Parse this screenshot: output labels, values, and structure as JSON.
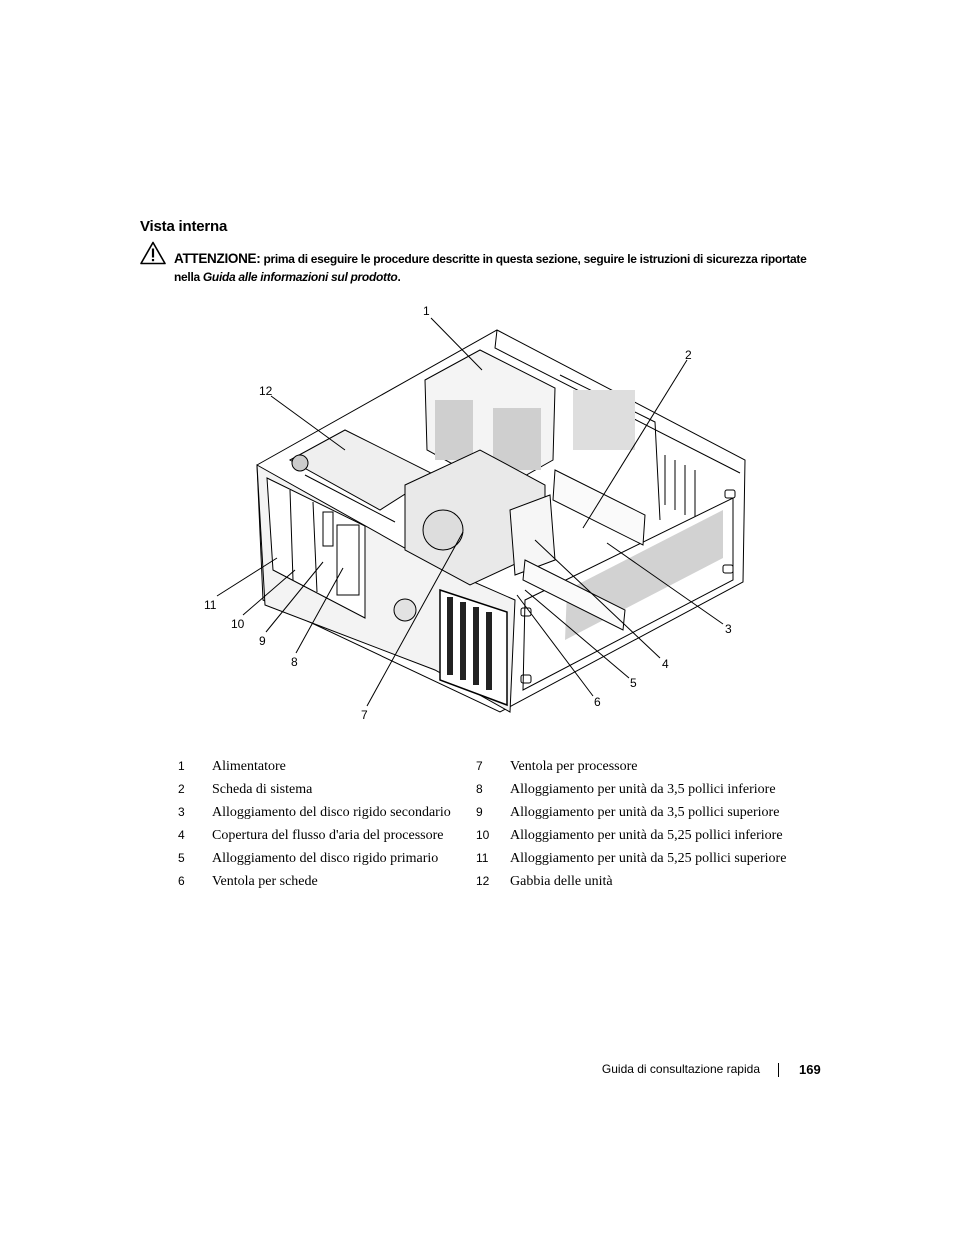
{
  "section": {
    "title": "Vista interna"
  },
  "warning": {
    "label": "ATTENZIONE:",
    "text_before": " prima di eseguire le procedure descritte in questa sezione, seguire le istruzioni di sicurezza riportate nella ",
    "doc_title": "Guida alle informazioni sul prodotto",
    "text_after": "."
  },
  "figure": {
    "callouts": [
      "1",
      "2",
      "3",
      "4",
      "5",
      "6",
      "7",
      "8",
      "9",
      "10",
      "11",
      "12"
    ]
  },
  "legend": [
    {
      "num_left": "1",
      "label_left": "Alimentatore",
      "num_right": "7",
      "label_right": "Ventola per processore"
    },
    {
      "num_left": "2",
      "label_left": "Scheda di sistema",
      "num_right": "8",
      "label_right": "Alloggiamento per unità da 3,5 pollici inferiore"
    },
    {
      "num_left": "3",
      "label_left": "Alloggiamento del disco rigido secondario",
      "num_right": "9",
      "label_right": "Alloggiamento per unità da 3,5 pollici superiore"
    },
    {
      "num_left": "4",
      "label_left": "Copertura del flusso d'aria del processore",
      "num_right": "10",
      "label_right": "Alloggiamento per unità da 5,25 pollici inferiore"
    },
    {
      "num_left": "5",
      "label_left": "Alloggiamento del disco rigido primario",
      "num_right": "11",
      "label_right": "Alloggiamento per unità da 5,25 pollici superiore"
    },
    {
      "num_left": "6",
      "label_left": "Ventola per schede",
      "num_right": "12",
      "label_right": "Gabbia delle unità"
    }
  ],
  "footer": {
    "title": "Guida di consultazione rapida",
    "page": "169"
  }
}
